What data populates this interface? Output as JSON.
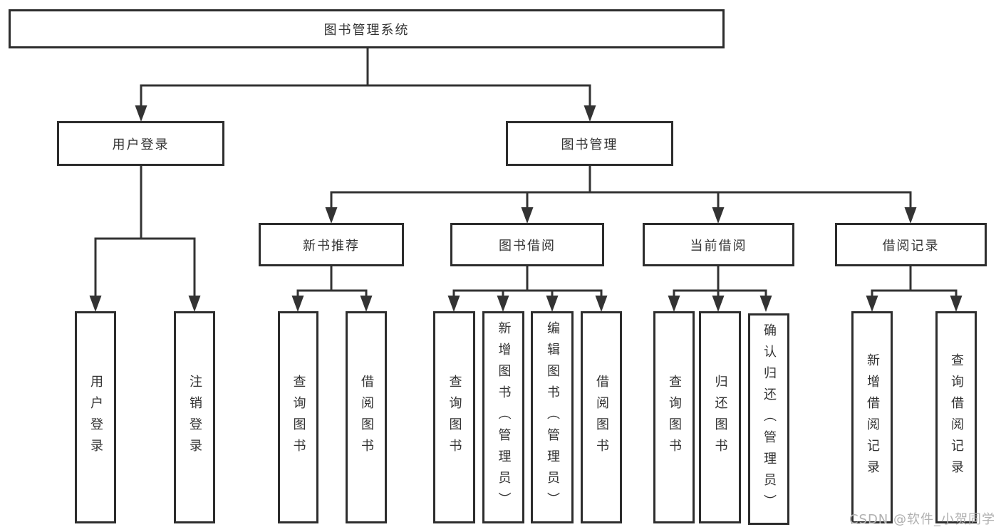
{
  "tree": {
    "label": "图书管理系统",
    "children": [
      {
        "label": "用户登录",
        "children": [
          {
            "label": "用户登录"
          },
          {
            "label": "注销登录"
          }
        ]
      },
      {
        "label": "图书管理",
        "children": [
          {
            "label": "新书推荐",
            "children": [
              {
                "label": "查询图书"
              },
              {
                "label": "借阅图书"
              }
            ]
          },
          {
            "label": "图书借阅",
            "children": [
              {
                "label": "查询图书"
              },
              {
                "label": "新增图书（管理员）"
              },
              {
                "label": "编辑图书（管理员）"
              },
              {
                "label": "借阅图书"
              }
            ]
          },
          {
            "label": "当前借阅",
            "children": [
              {
                "label": "查询图书"
              },
              {
                "label": "归还图书"
              },
              {
                "label": "确认归还（管理员）"
              }
            ]
          },
          {
            "label": "借阅记录",
            "children": [
              {
                "label": "新增借阅记录"
              },
              {
                "label": "查询借阅记录"
              }
            ]
          }
        ]
      }
    ]
  },
  "watermark": {
    "text": "CSDN @软件_小贺同学"
  },
  "colors": {
    "line": "#333333",
    "border": "#2d2d2d",
    "text": "#333333",
    "watermark": "#b0b0b0",
    "background": "#ffffff"
  }
}
